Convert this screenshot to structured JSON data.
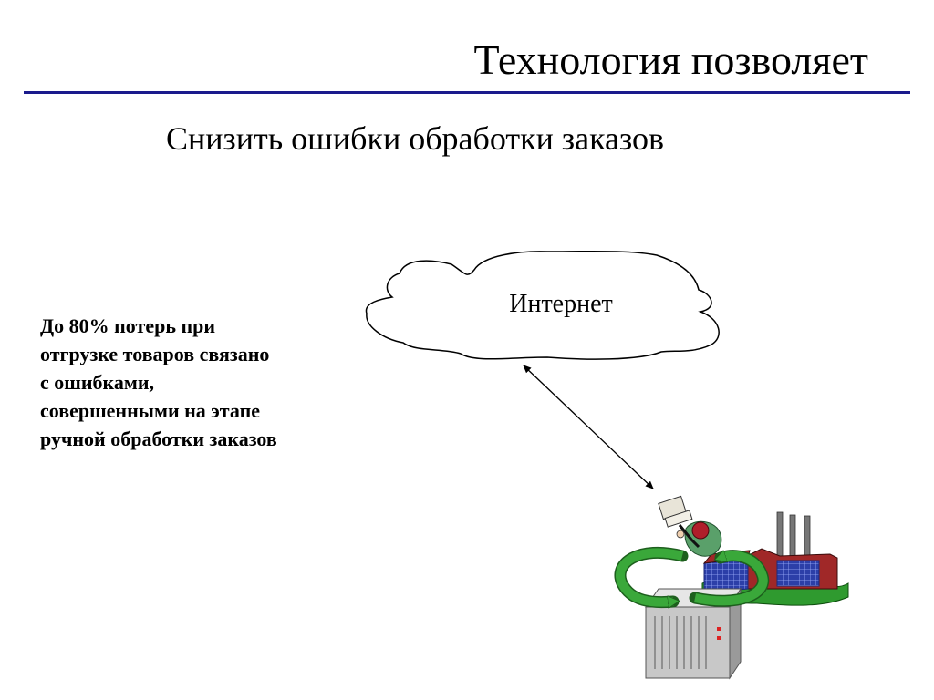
{
  "slide": {
    "title": "Технология позволяет",
    "subtitle": "Снизить ошибки обработки заказов",
    "cloud_label": "Интернет",
    "stat_lines": [
      "До 80% потерь при",
      "отгрузке товаров связано",
      "с ошибками,",
      "совершенными на этапе",
      "ручной обработки заказов"
    ]
  },
  "colors": {
    "rule": "#1a1a8c",
    "arrow_green": "#3aa83a",
    "factory_blue": "#2c3fa8",
    "factory_red": "#a02828",
    "ground_green": "#2f9a2f",
    "server_gray": "#c8c8c8"
  }
}
